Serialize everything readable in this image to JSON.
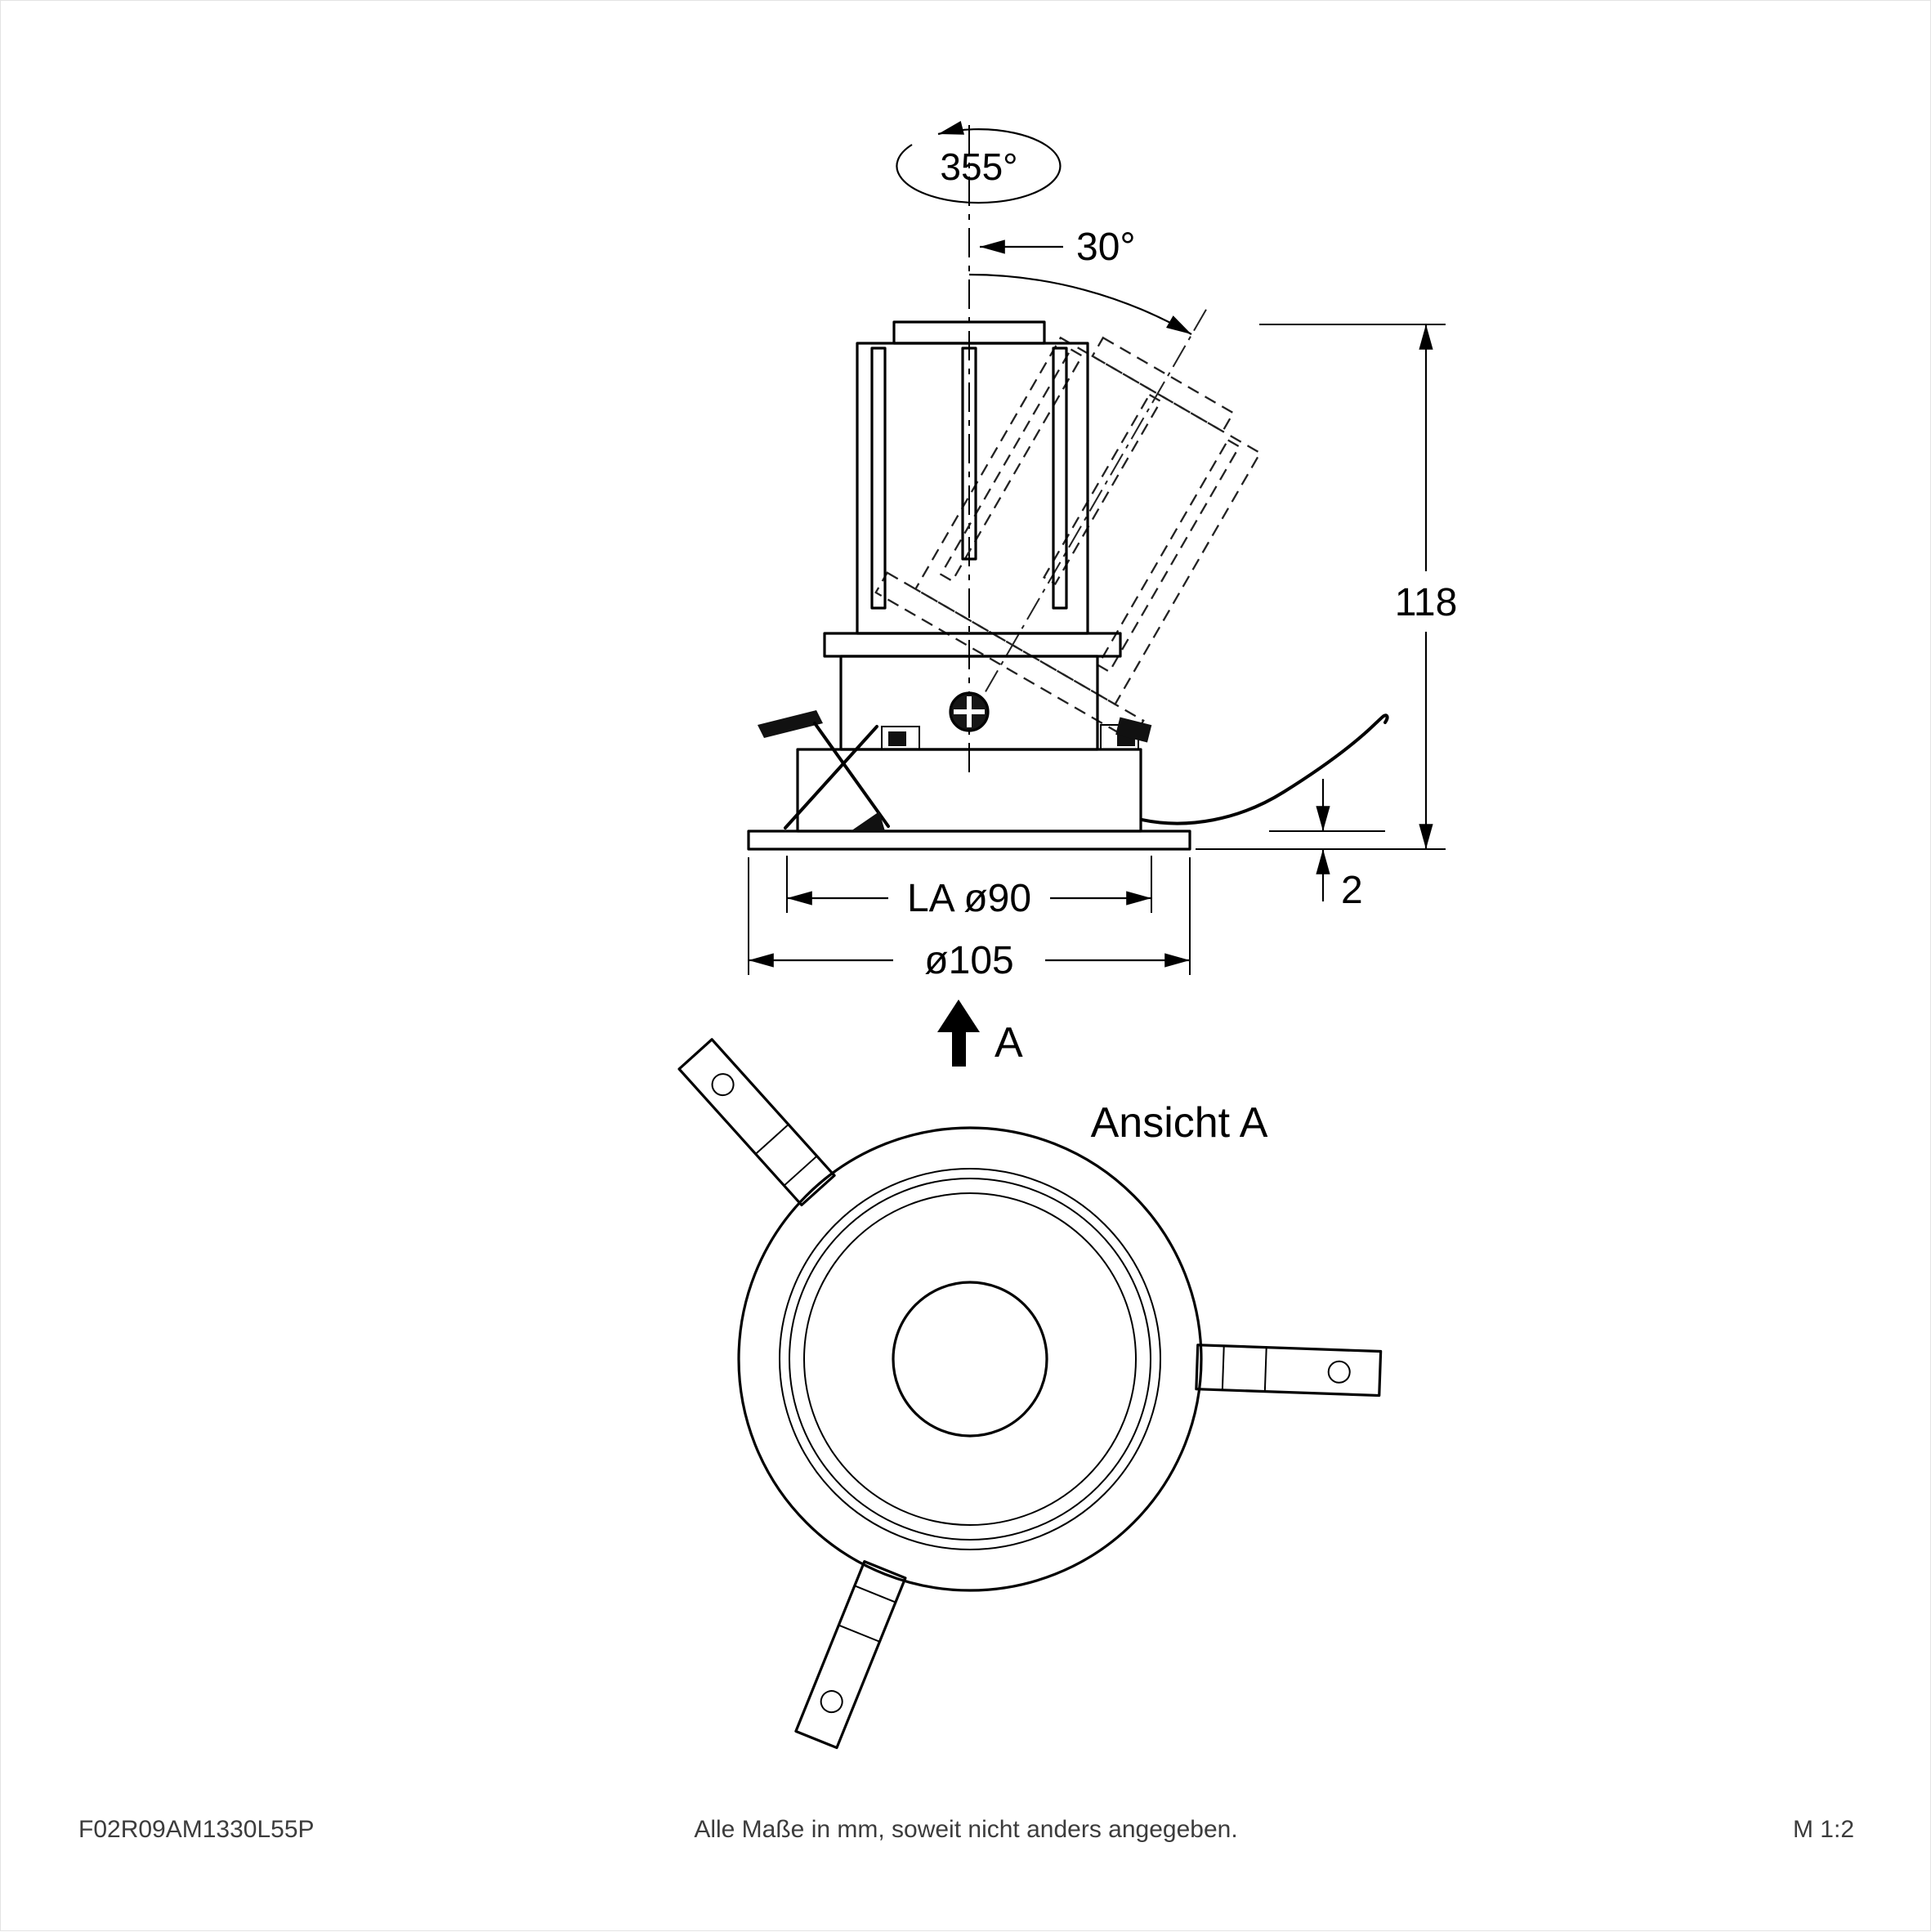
{
  "side_view": {
    "rotation_label": "355°",
    "tilt_label": "30°",
    "height_label": "118",
    "flange_thickness_label": "2",
    "cutout_label": "LA ø90",
    "diameter_label": "ø105",
    "view_arrow_label": "A"
  },
  "top_view": {
    "title": "Ansicht A"
  },
  "footer": {
    "article_number": "F02R09AM1330L55P",
    "note": "Alle Maße in mm, soweit nicht anders angegeben.",
    "scale": "M 1:2"
  },
  "colors": {
    "line": "#000000",
    "background": "#ffffff",
    "muted_text": "#3c3c3c"
  }
}
